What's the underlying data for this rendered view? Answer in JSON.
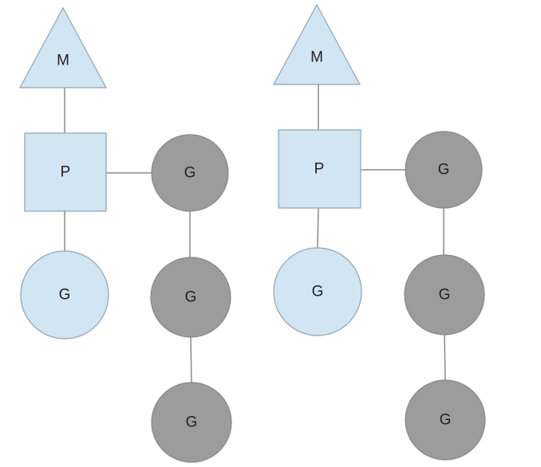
{
  "colors": {
    "light_fill": "#d1e5f2",
    "dark_fill": "#9c9c9c",
    "edge": "#8a8a8a",
    "text": "#222222"
  },
  "groups": [
    {
      "machine": {
        "label": "M",
        "shape": "triangle"
      },
      "processor": {
        "label": "P",
        "shape": "square"
      },
      "running_goroutine": {
        "label": "G",
        "shape": "circle",
        "state": "light"
      },
      "queued_goroutines": [
        {
          "label": "G",
          "shape": "circle",
          "state": "dark"
        },
        {
          "label": "G",
          "shape": "circle",
          "state": "dark"
        },
        {
          "label": "G",
          "shape": "circle",
          "state": "dark"
        }
      ]
    },
    {
      "machine": {
        "label": "M",
        "shape": "triangle"
      },
      "processor": {
        "label": "P",
        "shape": "square"
      },
      "running_goroutine": {
        "label": "G",
        "shape": "circle",
        "state": "light"
      },
      "queued_goroutines": [
        {
          "label": "G",
          "shape": "circle",
          "state": "dark"
        },
        {
          "label": "G",
          "shape": "circle",
          "state": "dark"
        },
        {
          "label": "G",
          "shape": "circle",
          "state": "dark"
        }
      ]
    }
  ]
}
